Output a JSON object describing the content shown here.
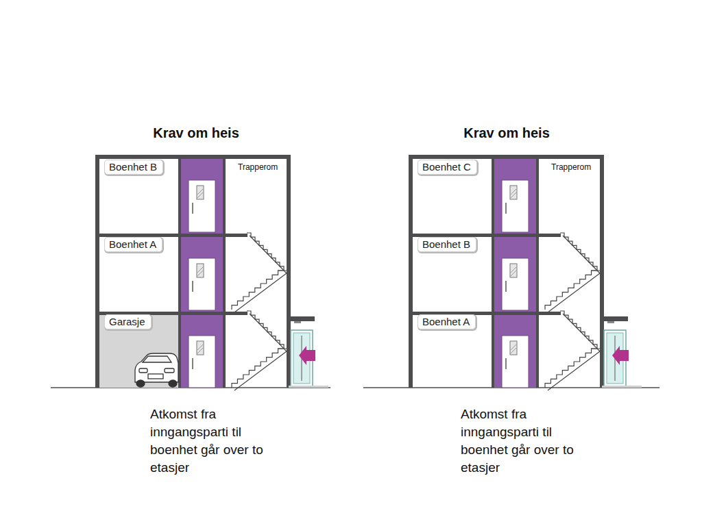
{
  "diagram": {
    "nodes": [
      {
        "text": [
          "Boenhet B"
        ]
      },
      {
        "text": [
          "Boenhet A"
        ]
      },
      {
        "text": [
          "Garasje"
        ]
      },
      {
        "text": [
          "Boenhet C"
        ]
      },
      {
        "text": [
          "Boenhet B"
        ]
      },
      {
        "text": [
          "Boenhet A"
        ]
      }
    ],
    "labels": [
      "Krav om heis",
      "Trapperom",
      "Atkomst fra inngangsparti til boenhet går over to etasjer",
      "Krav om heis",
      "Trapperom",
      "Atkomst fra inngangsparti til boenhet går over to etasjer"
    ]
  }
}
